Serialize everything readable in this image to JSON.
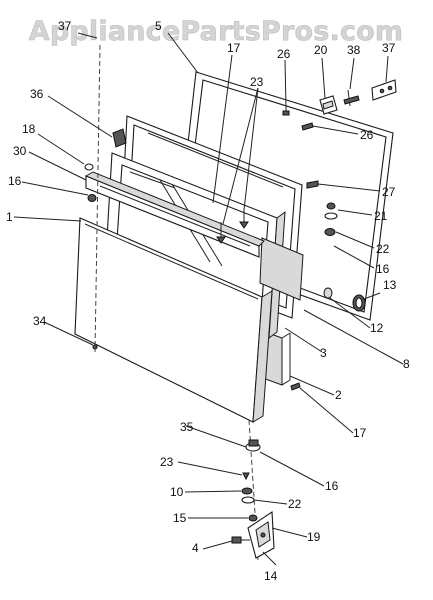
{
  "watermark": "AppliancePartsPros.com",
  "callouts": [
    {
      "id": "c37a",
      "label": "37"
    },
    {
      "id": "c5",
      "label": "5"
    },
    {
      "id": "c17a",
      "label": "17"
    },
    {
      "id": "c23a",
      "label": "23"
    },
    {
      "id": "c26a",
      "label": "26"
    },
    {
      "id": "c20",
      "label": "20"
    },
    {
      "id": "c38",
      "label": "38"
    },
    {
      "id": "c37b",
      "label": "37"
    },
    {
      "id": "c36",
      "label": "36"
    },
    {
      "id": "c18",
      "label": "18"
    },
    {
      "id": "c26b",
      "label": "26"
    },
    {
      "id": "c30",
      "label": "30"
    },
    {
      "id": "c16a",
      "label": "16"
    },
    {
      "id": "c27",
      "label": "27"
    },
    {
      "id": "c21",
      "label": "21"
    },
    {
      "id": "c1",
      "label": "1"
    },
    {
      "id": "c22a",
      "label": "22"
    },
    {
      "id": "c16b",
      "label": "16"
    },
    {
      "id": "c13",
      "label": "13"
    },
    {
      "id": "c34",
      "label": "34"
    },
    {
      "id": "c12",
      "label": "12"
    },
    {
      "id": "c3",
      "label": "3"
    },
    {
      "id": "c8",
      "label": "8"
    },
    {
      "id": "c2",
      "label": "2"
    },
    {
      "id": "c17b",
      "label": "17"
    },
    {
      "id": "c35",
      "label": "35"
    },
    {
      "id": "c16c",
      "label": "16"
    },
    {
      "id": "c23b",
      "label": "23"
    },
    {
      "id": "c10",
      "label": "10"
    },
    {
      "id": "c22b",
      "label": "22"
    },
    {
      "id": "c15",
      "label": "15"
    },
    {
      "id": "c19",
      "label": "19"
    },
    {
      "id": "c4",
      "label": "4"
    },
    {
      "id": "c14",
      "label": "14"
    }
  ]
}
